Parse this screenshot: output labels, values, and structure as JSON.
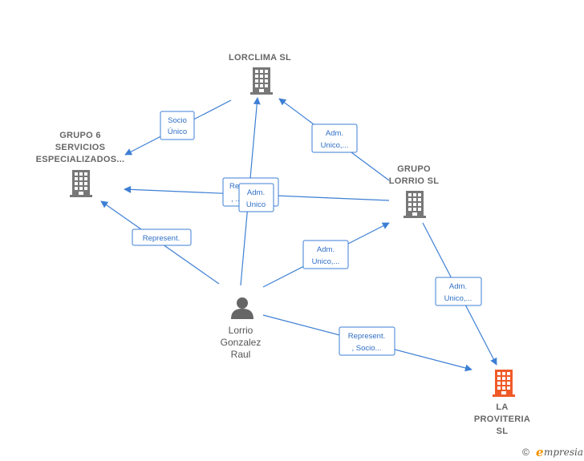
{
  "nodes": {
    "lorclima": {
      "lines": [
        "LORCLIMA SL"
      ],
      "color": "#777777"
    },
    "grupo6": {
      "lines": [
        "GRUPO 6",
        "SERVICIOS",
        "ESPECIALIZADOS..."
      ],
      "color": "#777777"
    },
    "grupo_lorrio": {
      "lines": [
        "GRUPO",
        "LORRIO  SL"
      ],
      "color": "#777777"
    },
    "person": {
      "lines": [
        "Lorrio",
        "Gonzalez",
        "Raul"
      ],
      "color": "#666666"
    },
    "la_proviteria": {
      "lines": [
        "LA",
        "PROVITERIA",
        "SL"
      ],
      "color": "#f05a28"
    }
  },
  "edges": {
    "socio_unico": [
      "Socio",
      "Único"
    ],
    "adm_lorrio_lorclima": [
      "Adm.",
      "Unico,..."
    ],
    "represent_overlap": [
      "Repres",
      ", ..."
    ],
    "adm_unico_overlap": [
      "Adm.",
      "Unico"
    ],
    "represent_person_grupo6": [
      "Represent."
    ],
    "adm_person_lorrio": [
      "Adm.",
      "Unico,..."
    ],
    "adm_lorrio_proviteria": [
      "Adm.",
      "Unico,..."
    ],
    "represent_socio": [
      "Represent.",
      ", Socio..."
    ]
  },
  "footer": {
    "copyright_symbol": "©",
    "brand_initial": "e",
    "brand_rest": "mpresia"
  },
  "colors": {
    "edge": "#3d7fd4",
    "company": "#777777",
    "highlight": "#f05a28"
  }
}
